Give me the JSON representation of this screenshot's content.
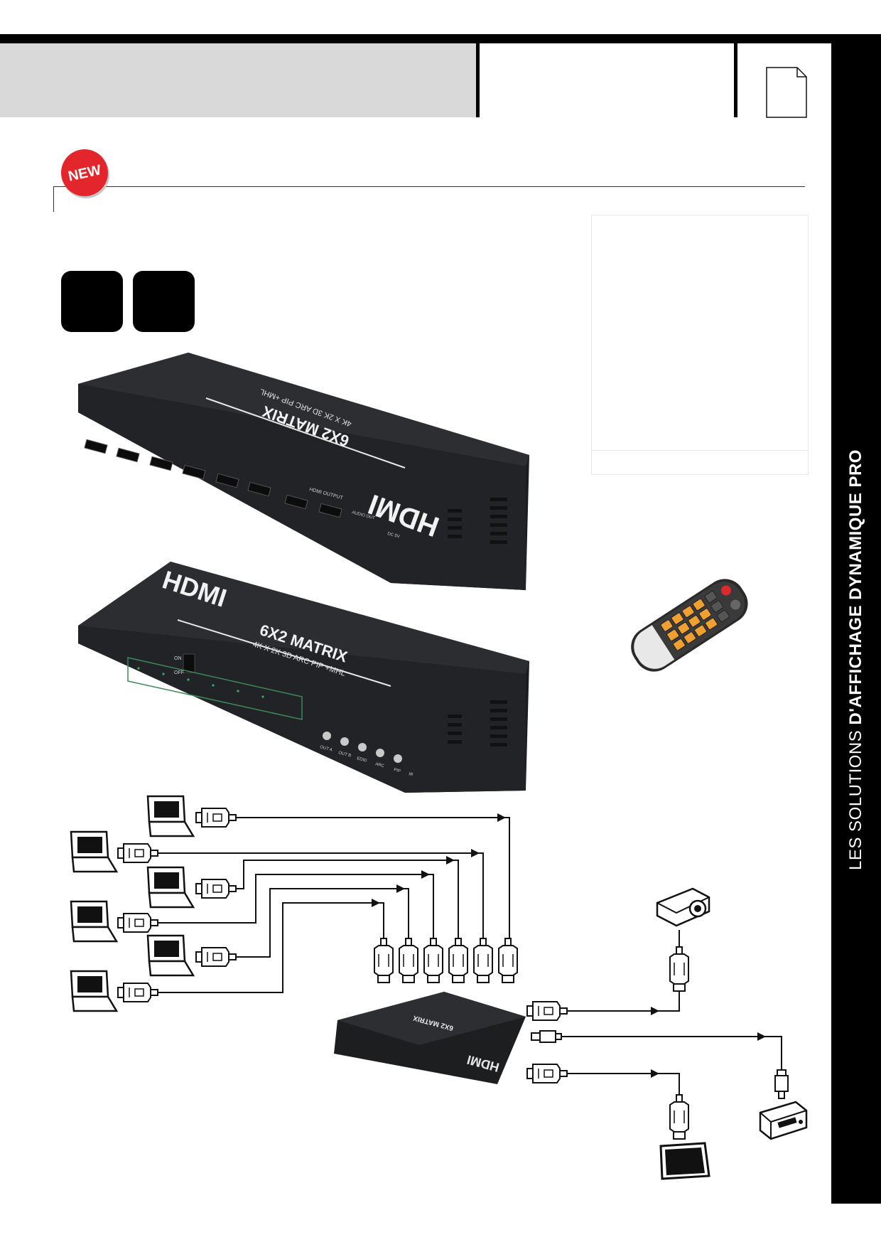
{
  "badge": {
    "label": "NEW"
  },
  "product_top": {
    "title": "6X2 MATRIX",
    "subtitle": "4K X 2K 3D ARC PIP +MHL",
    "brand": "HDMI",
    "output_label": "HDMI OUTPUT",
    "audio_label": "AUDIO OUT",
    "power_label": "DC 5V"
  },
  "product_front": {
    "title": "6X2 MATRIX",
    "subtitle": "4K X 2K 3D ARC PIP +MHL",
    "brand": "HDMI",
    "switch_on": "ON",
    "switch_off": "OFF",
    "buttons": [
      "OUT A",
      "OUT B",
      "EDID",
      "ARC",
      "PIP"
    ],
    "ir_label": "IR"
  },
  "diagram_matrix": {
    "title": "6X2 MATRIX",
    "brand": "HDMI"
  },
  "sidebar": {
    "light": "LES SOLUTIONS ",
    "bold": "D'AFFICHAGE DYNAMIQUE PRO"
  }
}
